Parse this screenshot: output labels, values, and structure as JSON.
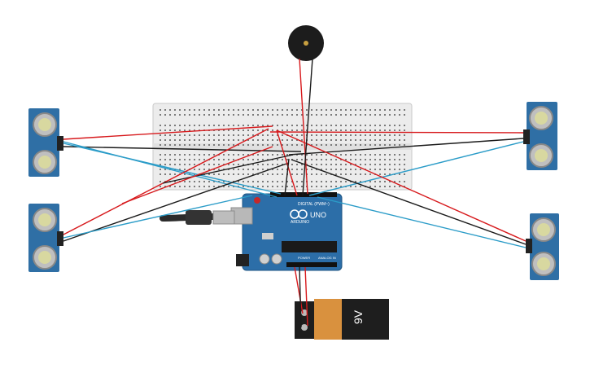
{
  "board": {
    "logo_text": "ARDUINO",
    "model": "UNO",
    "header_label": "DIGITAL (PWM~)",
    "power_label": "POWER",
    "analog_label": "ANALOG IN"
  },
  "battery": {
    "label": "9V"
  },
  "sensors": [
    {
      "id": "left-top"
    },
    {
      "id": "left-bottom"
    },
    {
      "id": "right-top"
    },
    {
      "id": "right-bottom"
    }
  ],
  "wire_colors": {
    "power": "#d7191c",
    "ground": "#1a1a1a",
    "signal": "#2b9cc8",
    "usb": "#2b2b2b"
  },
  "colors": {
    "board": "#2c6ea8",
    "breadboard": "#ececec",
    "sensor": "#2f6fa5",
    "battery_body": "#d9913e",
    "battery_cap": "#1e1e1e"
  }
}
